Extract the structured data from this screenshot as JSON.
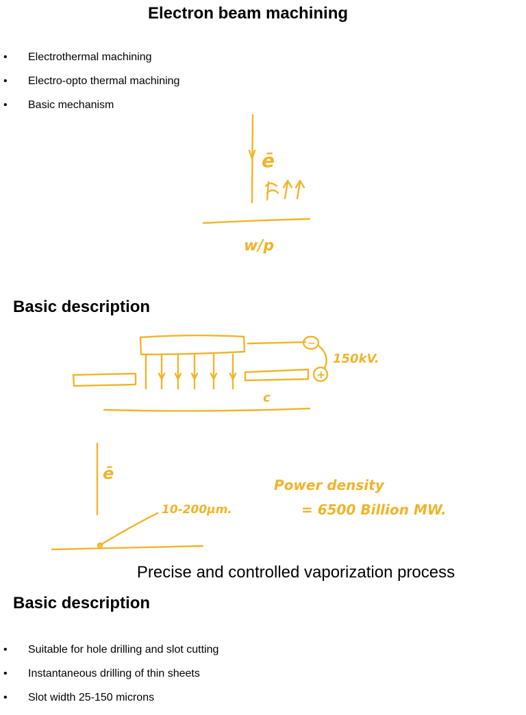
{
  "title": "Electron beam machining",
  "intro_bullets": [
    "Electrothermal machining",
    "Electro-opto thermal machining",
    "Basic mechanism"
  ],
  "sketch_mechanism": {
    "electron_label": "ē",
    "wp_label": "w/p"
  },
  "section1": {
    "heading": "Basic description"
  },
  "sketch_setup": {
    "voltage_label": "150kV.",
    "minus_sign": "−",
    "plus_sign": "+",
    "cathode_label": "c"
  },
  "sketch_spot": {
    "electron_label": "ē",
    "spot_label": "10-200μm.",
    "power_line1": "Power density",
    "power_line2": "= 6500 Billion MW."
  },
  "caption": "Precise and controlled vaporization process",
  "section2": {
    "heading": "Basic description"
  },
  "bottom_bullets": [
    "Suitable for hole drilling and slot cutting",
    "Instantaneous drilling of thin sheets",
    "Slot width 25-150 microns"
  ],
  "bullet_symbol": "•",
  "colors": {
    "ink": "#f0b429",
    "text": "#000000",
    "background": "#ffffff"
  }
}
